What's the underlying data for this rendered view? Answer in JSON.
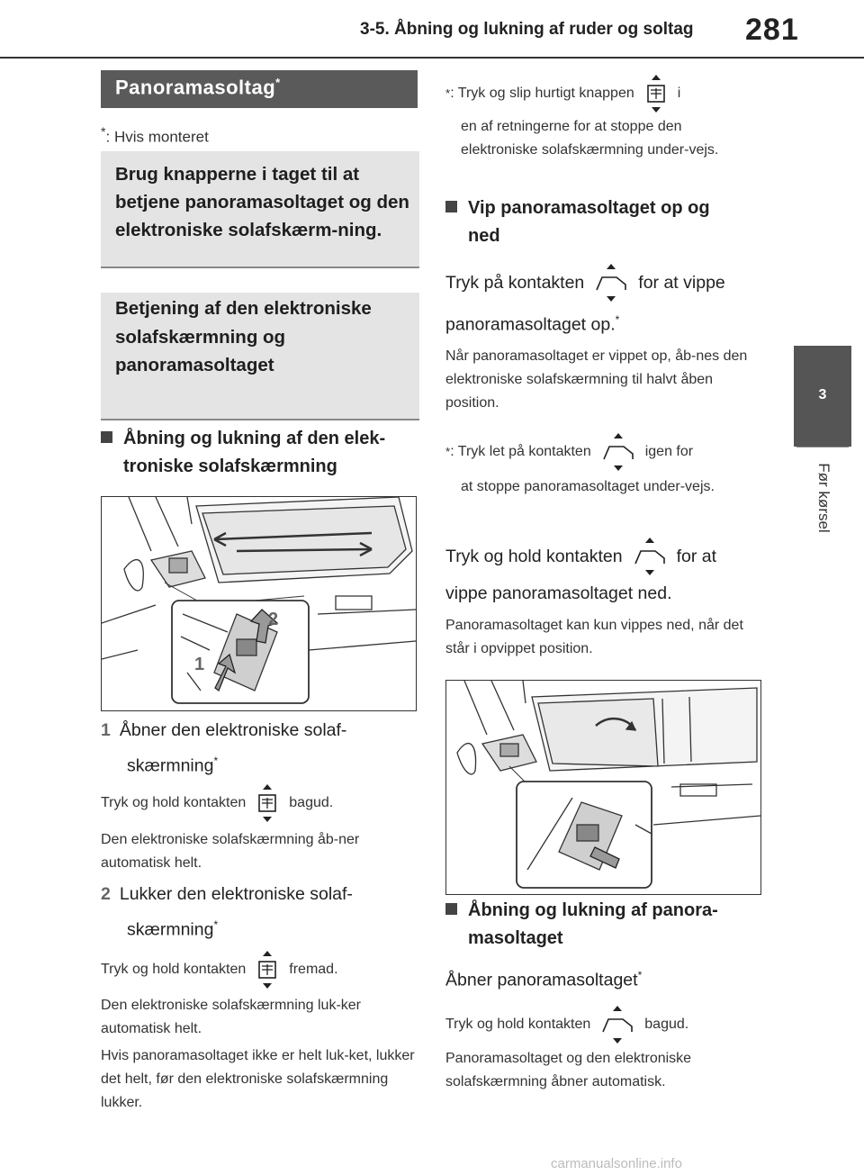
{
  "header": {
    "section": "3-5. Åbning og lukning af ruder og soltag",
    "page_number": "281"
  },
  "side_tab": {
    "chapter": "3",
    "label": "Før kørsel"
  },
  "banner": {
    "title": "Panoramasoltag",
    "mark": "*"
  },
  "footnote_left": {
    "mark": "*",
    "text": ": Hvis monteret"
  },
  "intro_box": {
    "text": "Brug knapperne i taget til at betjene panoramasoltaget og den elektroniske solafskærm-ning."
  },
  "section_box": {
    "text": "Betjening af den elektroniske solafskærmning og panoramasoltaget"
  },
  "sub_a": {
    "title_l1": "Åbning og lukning af den elek-",
    "title_l2": "troniske solafskærmning"
  },
  "fig1": {
    "callout1": "1",
    "callout2": "2"
  },
  "step1": {
    "num": "1",
    "l1": "Åbner den elektroniske solaf-",
    "l2": "skærmning",
    "mark": "*",
    "press_a": "Tryk og hold kontakten",
    "press_b": "bagud.",
    "note": "Den elektroniske solafskærmning åb-ner automatisk helt."
  },
  "step2": {
    "num": "2",
    "l1": "Lukker den elektroniske solaf-",
    "l2": "skærmning",
    "mark": "*",
    "press_a": "Tryk og hold kontakten",
    "press_b": "fremad.",
    "note1": "Den elektroniske solafskærmning luk-ker automatisk helt.",
    "note2": "Hvis panoramasoltaget ikke er helt luk-ket, lukker det helt, før den elektroniske solafskærmning lukker."
  },
  "right_fn1": {
    "mark": "*",
    "a": ": Tryk og slip hurtigt knappen",
    "b": "i",
    "rest": "en af retningerne for at stoppe den elektroniske solafskærmning under-vejs."
  },
  "sub_b": {
    "title_l1": "Vip panoramasoltaget op og",
    "title_l2": "ned"
  },
  "tilt_up": {
    "a": "Tryk på kontakten",
    "b": "for at vippe",
    "l2": "panoramasoltaget op.",
    "mark": "*",
    "note": "Når panoramasoltaget er vippet op, åb-nes den elektroniske solafskærmning til halvt åben position."
  },
  "right_fn2": {
    "mark": "*",
    "a": ": Tryk let på kontakten",
    "b": "igen for",
    "rest": "at stoppe panoramasoltaget under-vejs."
  },
  "tilt_down": {
    "a": "Tryk og hold kontakten",
    "b": "for at",
    "l2": "vippe panoramasoltaget ned.",
    "note": "Panoramasoltaget kan kun vippes ned, når det står i opvippet position."
  },
  "sub_c": {
    "title_l1": "Åbning og lukning af panora-",
    "title_l2": "masoltaget"
  },
  "open_roof": {
    "l1": "Åbner panoramasoltaget",
    "mark": "*",
    "press_a": "Tryk og hold kontakten",
    "press_b": "bagud.",
    "note": "Panoramasoltaget og den elektroniske solafskærmning åbner automatisk."
  },
  "watermark": "carmanualsonline.info"
}
